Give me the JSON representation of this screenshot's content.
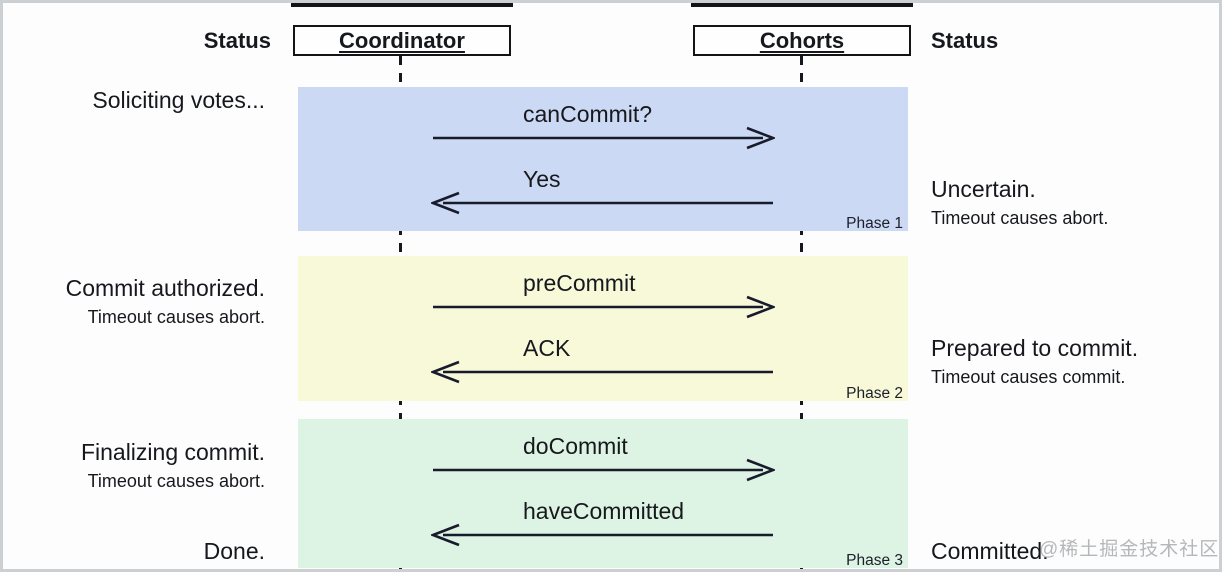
{
  "header": {
    "left_status_label": "Status",
    "right_status_label": "Status",
    "coordinator_label": "Coordinator",
    "cohorts_label": "Cohorts"
  },
  "phases": [
    {
      "name": "Phase 1",
      "band_color": "#ccd9f4",
      "left_status": "Soliciting votes...",
      "left_substatus": "",
      "right_status": "Uncertain.",
      "right_substatus": "Timeout causes abort.",
      "messages": [
        {
          "label": "canCommit?",
          "direction": "right",
          "from": "Coordinator",
          "to": "Cohorts"
        },
        {
          "label": "Yes",
          "direction": "left",
          "from": "Cohorts",
          "to": "Coordinator"
        }
      ]
    },
    {
      "name": "Phase 2",
      "band_color": "#f7f9d8",
      "left_status": "Commit authorized.",
      "left_substatus": "Timeout causes abort.",
      "right_status": "Prepared to commit.",
      "right_substatus": "Timeout causes commit.",
      "messages": [
        {
          "label": "preCommit",
          "direction": "right",
          "from": "Coordinator",
          "to": "Cohorts"
        },
        {
          "label": "ACK",
          "direction": "left",
          "from": "Cohorts",
          "to": "Coordinator"
        }
      ]
    },
    {
      "name": "Phase 3",
      "band_color": "#ddf3e3",
      "left_status": "Finalizing commit.",
      "left_substatus": "Timeout causes abort.",
      "left_end_status": "Done.",
      "right_status": "Committed.",
      "right_substatus": "",
      "messages": [
        {
          "label": "doCommit",
          "direction": "right",
          "from": "Coordinator",
          "to": "Cohorts"
        },
        {
          "label": "haveCommitted",
          "direction": "left",
          "from": "Cohorts",
          "to": "Coordinator"
        }
      ]
    }
  ],
  "watermark": "@稀土掘金技术社区"
}
